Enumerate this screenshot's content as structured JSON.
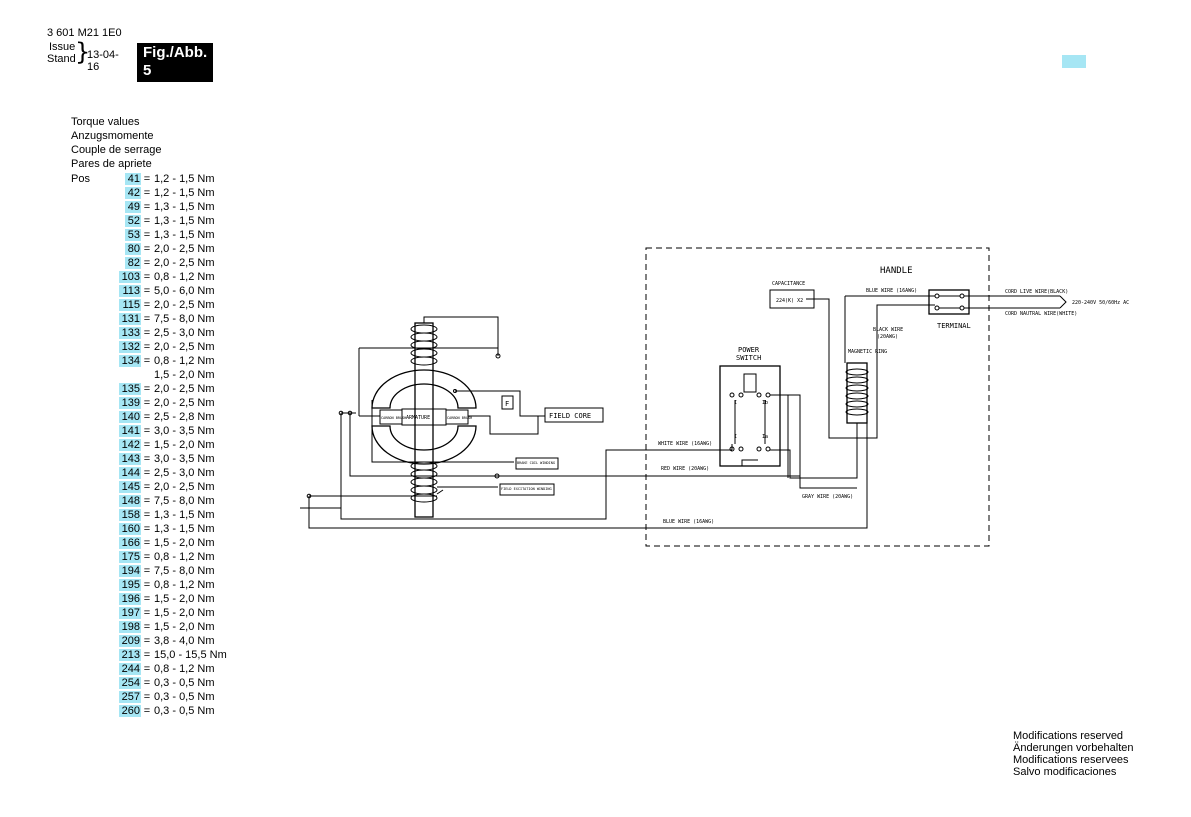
{
  "header": {
    "part_number": "3 601 M21 1E0",
    "issue_label": "Issue",
    "stand_label": "Stand",
    "date": "13-04-16",
    "fig_label": "Fig./Abb. 5"
  },
  "torque": {
    "titles": [
      "Torque values",
      "Anzugsmomente",
      "Couple de serrage",
      "Pares de apriete"
    ],
    "pos_label": "Pos",
    "rows": [
      {
        "pos": "41",
        "value": "1,2 - 1,5 Nm"
      },
      {
        "pos": "42",
        "value": "1,2 - 1,5 Nm"
      },
      {
        "pos": "49",
        "value": "1,3 - 1,5 Nm"
      },
      {
        "pos": "52",
        "value": "1,3 - 1,5 Nm"
      },
      {
        "pos": "53",
        "value": "1,3 - 1,5 Nm"
      },
      {
        "pos": "80",
        "value": "2,0 - 2,5 Nm"
      },
      {
        "pos": "82",
        "value": "2,0 - 2,5 Nm"
      },
      {
        "pos": "103",
        "value": "0,8 - 1,2 Nm"
      },
      {
        "pos": "113",
        "value": "5,0 - 6,0 Nm"
      },
      {
        "pos": "115",
        "value": "2,0 - 2,5 Nm"
      },
      {
        "pos": "131",
        "value": "7,5 - 8,0 Nm"
      },
      {
        "pos": "133",
        "value": "2,5 - 3,0 Nm"
      },
      {
        "pos": "132",
        "value": "2,0 - 2,5 Nm"
      },
      {
        "pos": "134",
        "value": "0,8 - 1,2 Nm"
      },
      {
        "pos": "",
        "value": "1,5 - 2,0 Nm"
      },
      {
        "pos": "135",
        "value": "2,0 - 2,5 Nm"
      },
      {
        "pos": "139",
        "value": "2,0 - 2,5 Nm"
      },
      {
        "pos": "140",
        "value": "2,5 - 2,8 Nm"
      },
      {
        "pos": "141",
        "value": "3,0 - 3,5 Nm"
      },
      {
        "pos": "142",
        "value": "1,5 - 2,0 Nm"
      },
      {
        "pos": "143",
        "value": "3,0 - 3,5 Nm"
      },
      {
        "pos": "144",
        "value": "2,5 - 3,0 Nm"
      },
      {
        "pos": "145",
        "value": "2,0 - 2,5 Nm"
      },
      {
        "pos": "148",
        "value": "7,5 - 8,0 Nm"
      },
      {
        "pos": "158",
        "value": "1,3 - 1,5 Nm"
      },
      {
        "pos": "160",
        "value": "1,3 - 1,5 Nm"
      },
      {
        "pos": "166",
        "value": "1,5 - 2,0 Nm"
      },
      {
        "pos": "175",
        "value": "0,8 - 1,2 Nm"
      },
      {
        "pos": "194",
        "value": "7,5 - 8,0 Nm"
      },
      {
        "pos": "195",
        "value": "0,8 - 1,2 Nm"
      },
      {
        "pos": "196",
        "value": "1,5 - 2,0 Nm"
      },
      {
        "pos": "197",
        "value": "1,5 - 2,0 Nm"
      },
      {
        "pos": "198",
        "value": "1,5 - 2,0 Nm"
      },
      {
        "pos": "209",
        "value": "3,8 - 4,0 Nm"
      },
      {
        "pos": "213",
        "value": "15,0 - 15,5 Nm"
      },
      {
        "pos": "244",
        "value": "0,8 - 1,2 Nm"
      },
      {
        "pos": "254",
        "value": "0,3 - 0,5 Nm"
      },
      {
        "pos": "257",
        "value": "0,3 - 0,5 Nm"
      },
      {
        "pos": "260",
        "value": "0,3 - 0,5 Nm"
      }
    ]
  },
  "diagram": {
    "armature": "ARMATURE",
    "carbon_brush": "CARBON BRUSH",
    "f_label": "F",
    "field_core": "FIELD CORE",
    "brake_coil": "BRAKE COIL WINDING",
    "field_excitation": "FIELD EXCITATION WINDING",
    "power_switch_1": "POWER",
    "power_switch_2": "SWITCH",
    "contact_i": "I",
    "contact_ib": "Ib",
    "contact_ia": "Ia",
    "capacitance": "CAPACITANCE",
    "capacitance_value": "224(K) X2",
    "handle": "HANDLE",
    "blue_wire_16": "BLUE WIRE (16AWG)",
    "black_wire_1": "BLACK WIRE",
    "black_wire_2": "(20AWG)",
    "magnetic_ring": "MAGNETIC RING",
    "terminal": "TERMINAL",
    "cord_live": "CORD LIVE WIRE(BLACK)",
    "cord_neutral": "CORD NAUTRAL WIRE(WHITE)",
    "supply": "220-240V 50/60Hz AC",
    "white_wire": "WHITE WIRE (16AWG)",
    "red_wire": "RED WIRE (20AWG)",
    "gray_wire": "GRAY WIRE (20AWG)",
    "blue_wire_bottom": "BLUE WIRE (16AWG)"
  },
  "footer": {
    "lines": [
      "Modifications reserved",
      "Änderungen vorbehalten",
      "Modifications reservees",
      "Salvo modificaciones"
    ]
  },
  "colors": {
    "highlight": "#a6e6f4"
  }
}
